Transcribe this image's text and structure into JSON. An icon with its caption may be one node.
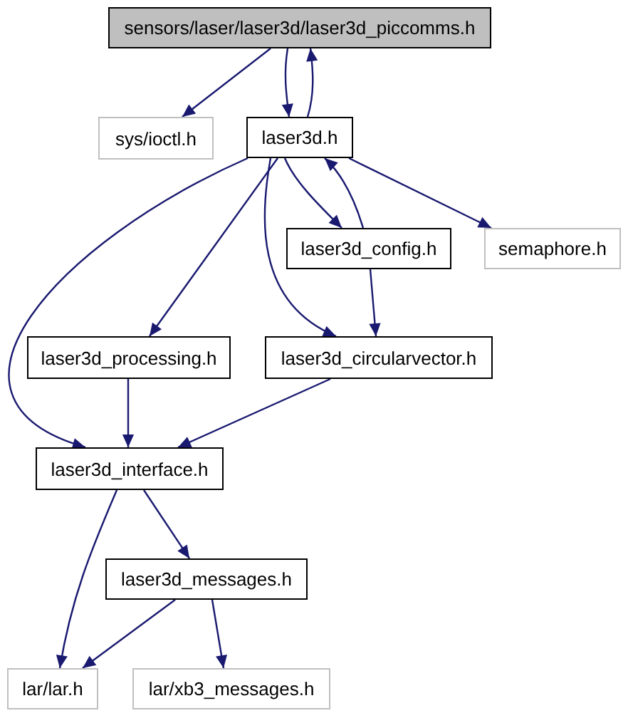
{
  "diagram": {
    "nodes": [
      {
        "text": [
          "sensors/laser/laser3d/laser3d_piccomms.h"
        ]
      },
      {
        "text": [
          "sys/ioctl.h"
        ]
      },
      {
        "text": [
          "laser3d.h"
        ]
      },
      {
        "text": [
          "laser3d_config.h"
        ]
      },
      {
        "text": [
          "semaphore.h"
        ]
      },
      {
        "text": [
          "laser3d_processing.h"
        ]
      },
      {
        "text": [
          "laser3d_circularvector.h"
        ]
      },
      {
        "text": [
          "laser3d_interface.h"
        ]
      },
      {
        "text": [
          "laser3d_messages.h"
        ]
      },
      {
        "text": [
          "lar/lar.h"
        ]
      },
      {
        "text": [
          "lar/xb3_messages.h"
        ]
      }
    ],
    "edges": [
      {
        "from": 0,
        "to": 1,
        "arrow": "to"
      },
      {
        "from": 0,
        "to": 2,
        "arrow": "to"
      },
      {
        "from": 2,
        "to": 0,
        "arrow": "to"
      },
      {
        "from": 2,
        "to": 7,
        "arrow": "to"
      },
      {
        "from": 2,
        "to": 5,
        "arrow": "to"
      },
      {
        "from": 2,
        "to": 6,
        "arrow": "to"
      },
      {
        "from": 2,
        "to": 3,
        "arrow": "to"
      },
      {
        "from": 3,
        "to": 2,
        "arrow": "to"
      },
      {
        "from": 2,
        "to": 4,
        "arrow": "to"
      },
      {
        "from": 3,
        "to": 6,
        "arrow": "to"
      },
      {
        "from": 5,
        "to": 7,
        "arrow": "to"
      },
      {
        "from": 6,
        "to": 7,
        "arrow": "to"
      },
      {
        "from": 7,
        "to": 8,
        "arrow": "to"
      },
      {
        "from": 7,
        "to": 9,
        "arrow": "to"
      },
      {
        "from": 8,
        "to": 9,
        "arrow": "to"
      },
      {
        "from": 8,
        "to": 10,
        "arrow": "to"
      }
    ]
  }
}
